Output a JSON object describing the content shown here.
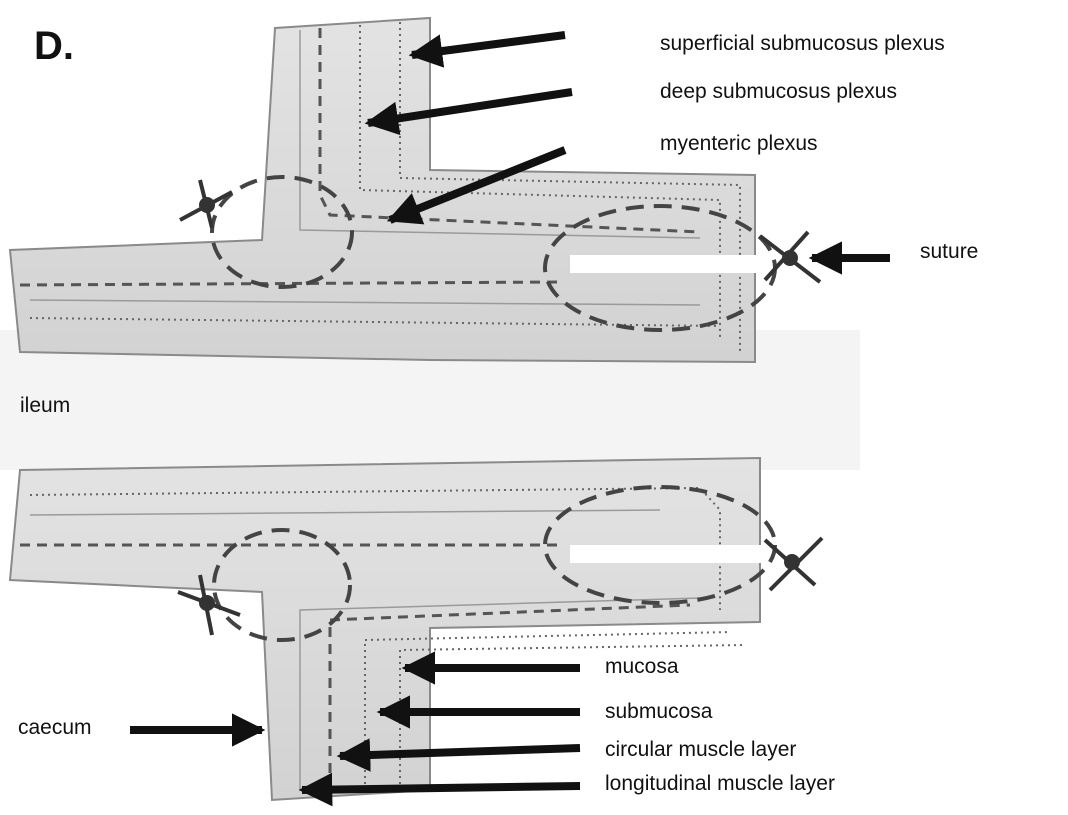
{
  "figure": {
    "panel_letter": "D.",
    "labels": {
      "superficial_submucosus_plexus": "superficial submucosus plexus",
      "deep_submucosus_plexus": "deep submucosus plexus",
      "myenteric_plexus": "myenteric plexus",
      "suture": "suture",
      "ileum": "ileum",
      "caecum": "caecum",
      "mucosa": "mucosa",
      "submucosa": "submucosa",
      "circular_muscle_layer": "circular muscle layer",
      "longitudinal_muscle_layer": "longitudinal muscle layer"
    }
  },
  "colors": {
    "tissue_fill": "#dcdcdc",
    "tissue_light": "#ebebeb",
    "outline": "#8a8a8a",
    "plexus_dash": "#555555",
    "arrow": "#111111",
    "lumen_background": "#f3f3f3"
  }
}
